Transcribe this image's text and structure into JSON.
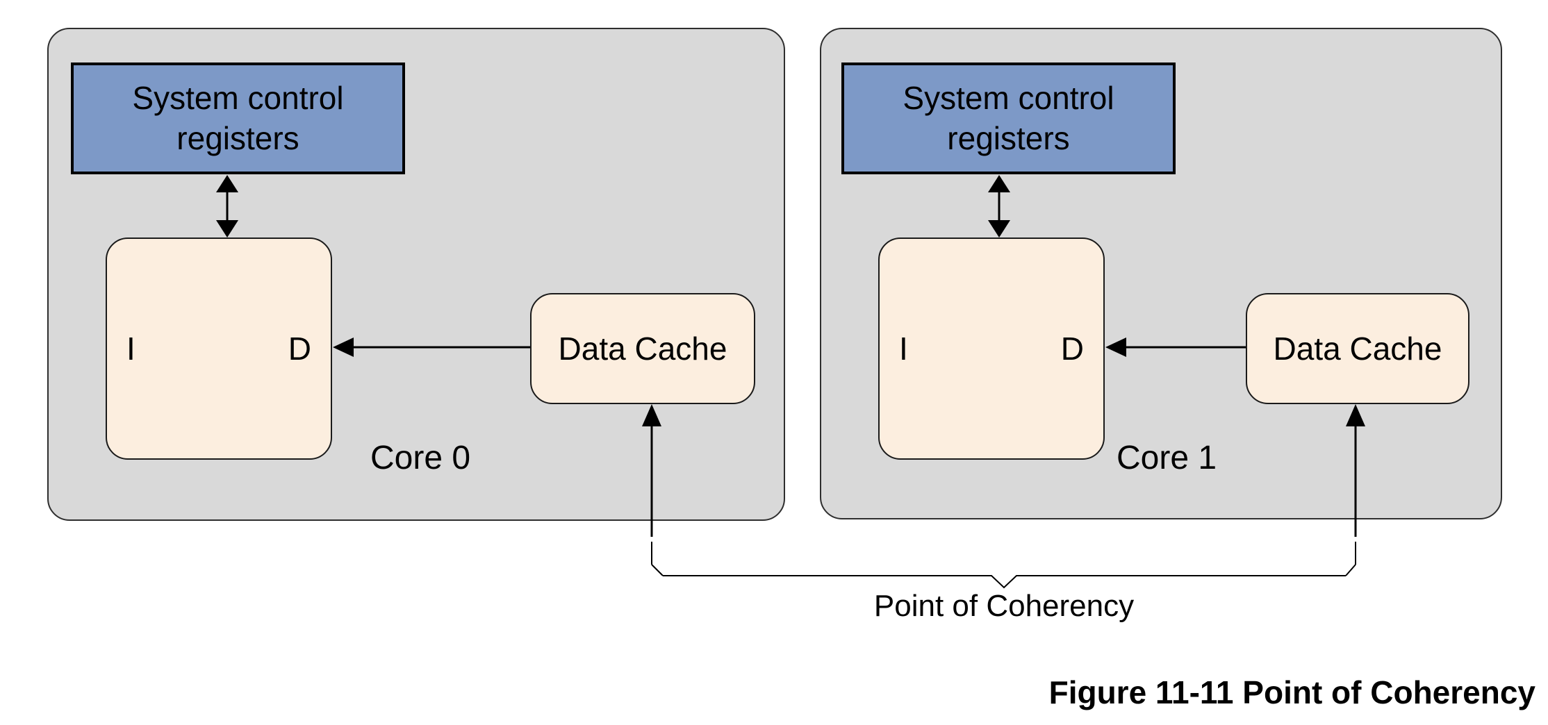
{
  "diagram": {
    "caption": "Figure 11-11 Point of Coherency",
    "coherency_label": "Point of Coherency",
    "cores": [
      {
        "label": "Core 0",
        "system_control_registers": "System control registers",
        "instruction_cache": "I",
        "data_port": "D",
        "data_cache": "Data Cache"
      },
      {
        "label": "Core 1",
        "system_control_registers": "System control registers",
        "instruction_cache": "I",
        "data_port": "D",
        "data_cache": "Data Cache"
      }
    ]
  },
  "colors": {
    "core_fill": "#d9d9d9",
    "core_border": "#2e2e2e",
    "registers_fill": "#7d99c7",
    "cache_fill": "#fceedf",
    "line": "#000000",
    "background": "#ffffff"
  }
}
